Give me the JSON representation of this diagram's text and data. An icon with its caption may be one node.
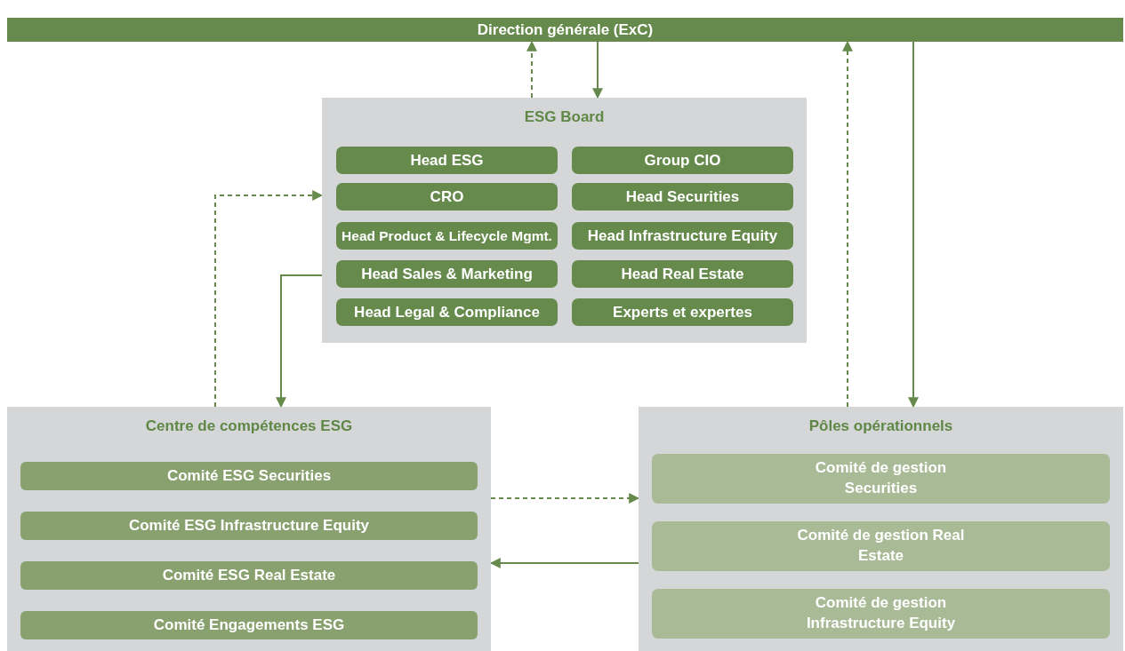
{
  "diagram": {
    "nodes": [
      {
        "text": [
          "Direction générale (ExC)"
        ]
      },
      {
        "text": [
          "ESG Board"
        ]
      },
      {
        "text": [
          "Head ESG"
        ],
        "in": 1
      },
      {
        "text": [
          "Group CIO"
        ],
        "in": 1
      },
      {
        "text": [
          "CRO"
        ],
        "in": 1
      },
      {
        "text": [
          "Head Securities"
        ],
        "in": 1
      },
      {
        "text": [
          "Head Product & Lifecycle Mgmt."
        ],
        "in": 1
      },
      {
        "text": [
          "Head Infrastructure Equity"
        ],
        "in": 1
      },
      {
        "text": [
          "Head Sales & Marketing"
        ],
        "in": 1
      },
      {
        "text": [
          "Head Real Estate"
        ],
        "in": 1
      },
      {
        "text": [
          "Head Legal & Compliance"
        ],
        "in": 1
      },
      {
        "text": [
          "Experts et expertes"
        ],
        "in": 1
      },
      {
        "text": [
          "Centre de compétences ESG"
        ]
      },
      {
        "text": [
          "Comité ESG Securities"
        ],
        "in": 12
      },
      {
        "text": [
          "Comité ESG Infrastructure Equity"
        ],
        "in": 12
      },
      {
        "text": [
          "Comité ESG Real Estate"
        ],
        "in": 12
      },
      {
        "text": [
          "Comité Engagements ESG"
        ],
        "in": 12
      },
      {
        "text": [
          "Pôles opérationnels"
        ]
      },
      {
        "text": [
          "Comité de gestion Securities"
        ],
        "in": 17
      },
      {
        "text": [
          "Comité de gestion Real Estate"
        ],
        "in": 17
      },
      {
        "text": [
          "Comité de gestion Infrastructure Equity"
        ],
        "in": 17
      }
    ],
    "edges": [
      {
        "from": 1,
        "to": 0,
        "arrow": "to",
        "style": "dashed"
      },
      {
        "from": 0,
        "to": 1,
        "arrow": "to"
      },
      {
        "from": 12,
        "to": 1,
        "arrow": "to",
        "style": "dashed"
      },
      {
        "from": 1,
        "to": 12,
        "arrow": "to"
      },
      {
        "from": 17,
        "to": 0,
        "arrow": "to",
        "style": "dashed"
      },
      {
        "from": 0,
        "to": 17,
        "arrow": "to"
      },
      {
        "from": 12,
        "to": 17,
        "arrow": "to",
        "style": "dashed"
      },
      {
        "from": 17,
        "to": 12,
        "arrow": "to"
      }
    ]
  }
}
